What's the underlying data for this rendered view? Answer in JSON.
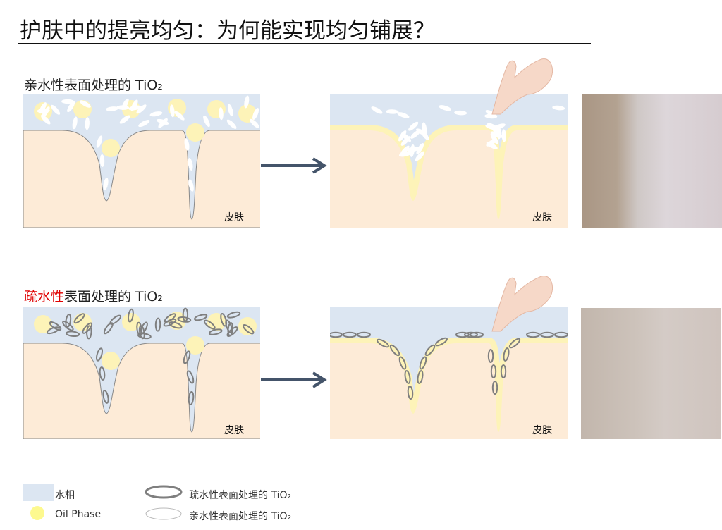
{
  "title": "护肤中的提亮均匀：为何能实现均匀铺展？",
  "top_row": {
    "label_prefix": "亲水性",
    "label_suffix": "表面处理的 TiO₂",
    "skin_label": "皮肤"
  },
  "bottom_row": {
    "label_prefix": "疏水性",
    "label_suffix": "表面处理的 TiO₂",
    "skin_label": "皮肤"
  },
  "legend": {
    "water": "水相",
    "oil": "Oil Phase",
    "hydrophobic": "疏水性表面处理的 TiO₂",
    "hydrophilic": "亲水性表面处理的 TiO₂"
  },
  "colors": {
    "water": "#dce6f2",
    "oil": "#fdf3b8",
    "skin": "#fdebd7",
    "arrow": "#44546a",
    "accent": "#e00000"
  }
}
